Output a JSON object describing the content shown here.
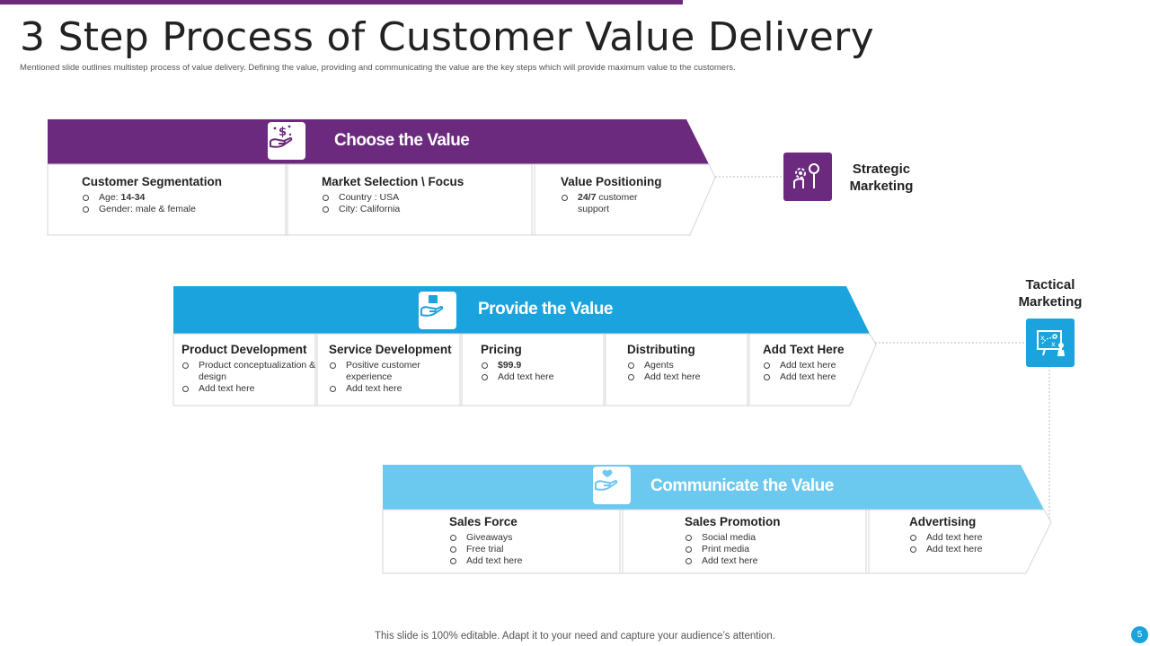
{
  "header": {
    "title": "3 Step Process of Customer Value Delivery",
    "subtitle": "Mentioned slide outlines multistep process of value delivery. Defining the value, providing and communicating the value are the key steps which will provide maximum value to the customers."
  },
  "colors": {
    "purple": "#6b2a7e",
    "blue": "#1ba3dd",
    "light_blue": "#6bc8ee"
  },
  "steps": [
    {
      "title": "Choose the Value",
      "icon": "hand-dollar-icon",
      "cells": [
        {
          "title": "Customer  Segmentation",
          "items": [
            {
              "prefix": "Age: ",
              "strong": "14-34",
              "suffix": ""
            },
            {
              "prefix": "Gender: male & female",
              "strong": "",
              "suffix": ""
            }
          ]
        },
        {
          "title": "Market Selection \\ Focus",
          "items": [
            {
              "prefix": "Country : USA",
              "strong": "",
              "suffix": ""
            },
            {
              "prefix": "City: California",
              "strong": "",
              "suffix": ""
            }
          ]
        },
        {
          "title": "Value Positioning",
          "items": [
            {
              "prefix": "",
              "strong": "24/7",
              "suffix": " customer support"
            }
          ]
        }
      ]
    },
    {
      "title": "Provide the Value",
      "icon": "hand-box-icon",
      "cells": [
        {
          "title": "Product Development",
          "items": [
            {
              "prefix": "Product conceptualization & design",
              "strong": "",
              "suffix": ""
            },
            {
              "prefix": "Add text here",
              "strong": "",
              "suffix": ""
            }
          ]
        },
        {
          "title": "Service Development",
          "items": [
            {
              "prefix": "Positive customer experience",
              "strong": "",
              "suffix": ""
            },
            {
              "prefix": "Add text here",
              "strong": "",
              "suffix": ""
            }
          ]
        },
        {
          "title": "Pricing",
          "items": [
            {
              "prefix": "",
              "strong": "$99.9",
              "suffix": ""
            },
            {
              "prefix": "Add text here",
              "strong": "",
              "suffix": ""
            }
          ]
        },
        {
          "title": "Distributing",
          "items": [
            {
              "prefix": "Agents",
              "strong": "",
              "suffix": ""
            },
            {
              "prefix": "Add text here",
              "strong": "",
              "suffix": ""
            }
          ]
        },
        {
          "title": "Add  Text Here",
          "items": [
            {
              "prefix": "Add text here",
              "strong": "",
              "suffix": ""
            },
            {
              "prefix": "Add text here",
              "strong": "",
              "suffix": ""
            }
          ]
        }
      ]
    },
    {
      "title": "Communicate the Value",
      "icon": "hand-heart-icon",
      "cells": [
        {
          "title": "Sales Force",
          "items": [
            {
              "prefix": "Giveaways",
              "strong": "",
              "suffix": ""
            },
            {
              "prefix": "Free trial",
              "strong": "",
              "suffix": ""
            },
            {
              "prefix": "Add text here",
              "strong": "",
              "suffix": ""
            }
          ]
        },
        {
          "title": "Sales Promotion",
          "items": [
            {
              "prefix": "Social media",
              "strong": "",
              "suffix": ""
            },
            {
              "prefix": "Print media",
              "strong": "",
              "suffix": ""
            },
            {
              "prefix": "Add text here",
              "strong": "",
              "suffix": ""
            }
          ]
        },
        {
          "title": "Advertising",
          "items": [
            {
              "prefix": "Add text here",
              "strong": "",
              "suffix": ""
            },
            {
              "prefix": "Add text here",
              "strong": "",
              "suffix": ""
            }
          ]
        }
      ]
    }
  ],
  "side": {
    "strategic": {
      "label": "Strategic Marketing",
      "line1": "Strategic",
      "line2": "Marketing",
      "icon": "brain-gear-lightbulb-icon"
    },
    "tactical": {
      "label": "Tactical Marketing",
      "line1": "Tactical",
      "line2": "Marketing",
      "icon": "strategy-board-icon"
    }
  },
  "footer": {
    "text": "This slide is 100% editable. Adapt it to your need and capture your audience’s attention.",
    "page": "5"
  }
}
